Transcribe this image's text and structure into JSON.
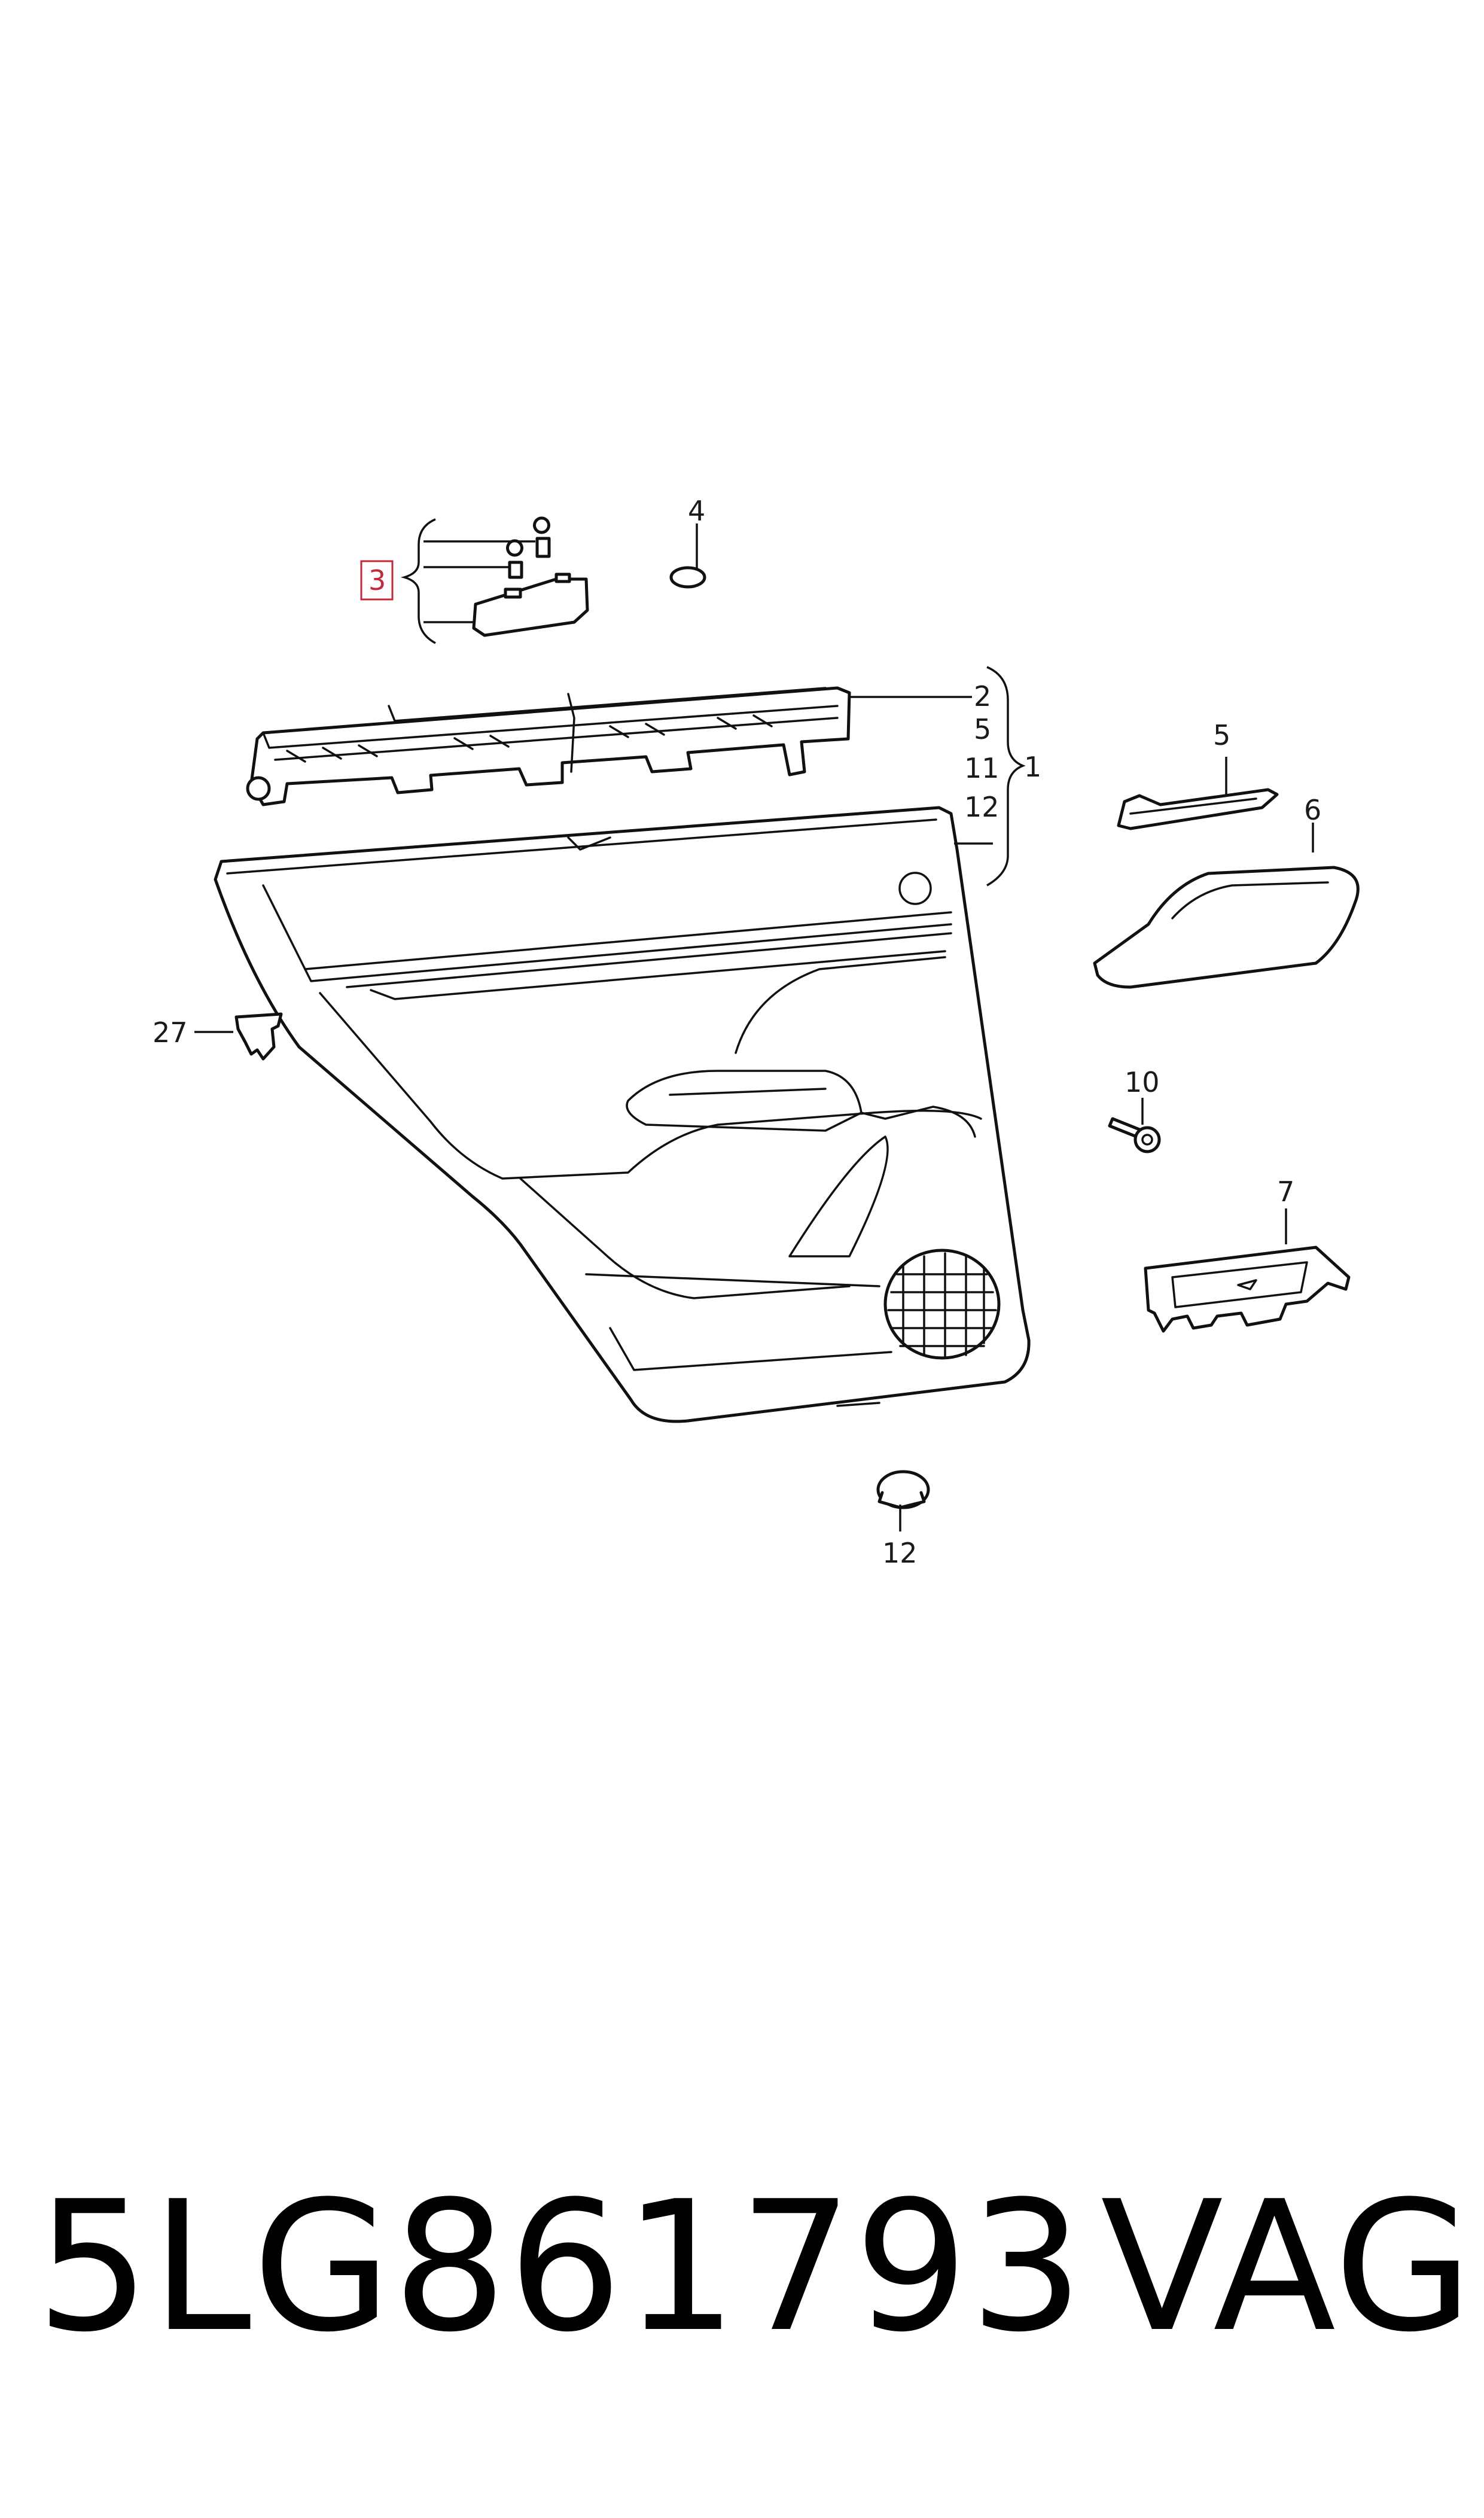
{
  "callouts": {
    "c1": "1",
    "c2": "2",
    "c3": "3",
    "c4": "4",
    "c5a": "5",
    "c5b": "5",
    "c6": "6",
    "c7": "7",
    "c10": "10",
    "c11": "11",
    "c12a": "12",
    "c12b": "12",
    "c27": "27"
  },
  "highlight_color": "#c02a3c",
  "footer": {
    "part_number": "5LG861793",
    "brand": "VAG"
  }
}
